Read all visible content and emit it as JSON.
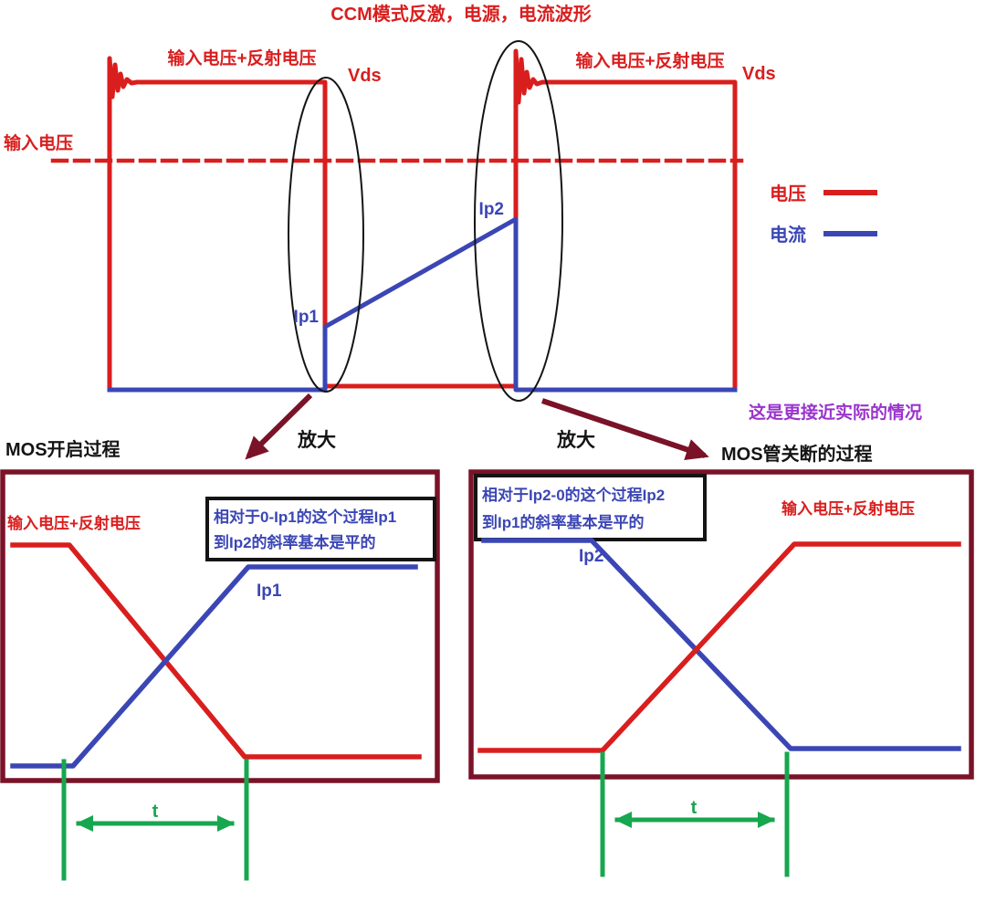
{
  "title": "CCM模式反激，电源，电流波形",
  "colors": {
    "voltage_red": "#d91e1e",
    "current_blue": "#3b46b5",
    "arrow_dark_red": "#7a1228",
    "time_green": "#17a74f",
    "note_purple": "#9a33cc"
  },
  "top_waveform": {
    "label_left_vin_reflected": "输入电压+反射电压",
    "label_left_vds": "Vds",
    "label_right_vin_reflected": "输入电压+反射电压",
    "label_right_vds": "Vds",
    "label_vin": "输入电压",
    "label_ip1": "Ip1",
    "label_ip2": "Ip2",
    "legend_voltage": "电压",
    "legend_current": "电流"
  },
  "annotations": {
    "zoom_left": "放大",
    "zoom_right": "放大",
    "realistic_note": "这是更接近实际的情况",
    "turn_on_title": "MOS开启过程",
    "turn_off_title": "MOS管关断的过程"
  },
  "turn_on_box": {
    "label_vin_reflected": "输入电压+反射电压",
    "note_line1": "相对于0-Ip1的这个过程Ip1",
    "note_line2": "到Ip2的斜率基本是平的",
    "label_ip1": "Ip1",
    "time_label": "t"
  },
  "turn_off_box": {
    "note_line1": "相对于Ip2-0的这个过程Ip2",
    "note_line2": "到Ip1的斜率基本是平的",
    "label_ip2": "Ip2",
    "label_vin_reflected": "输入电压+反射电压",
    "time_label": "t"
  }
}
